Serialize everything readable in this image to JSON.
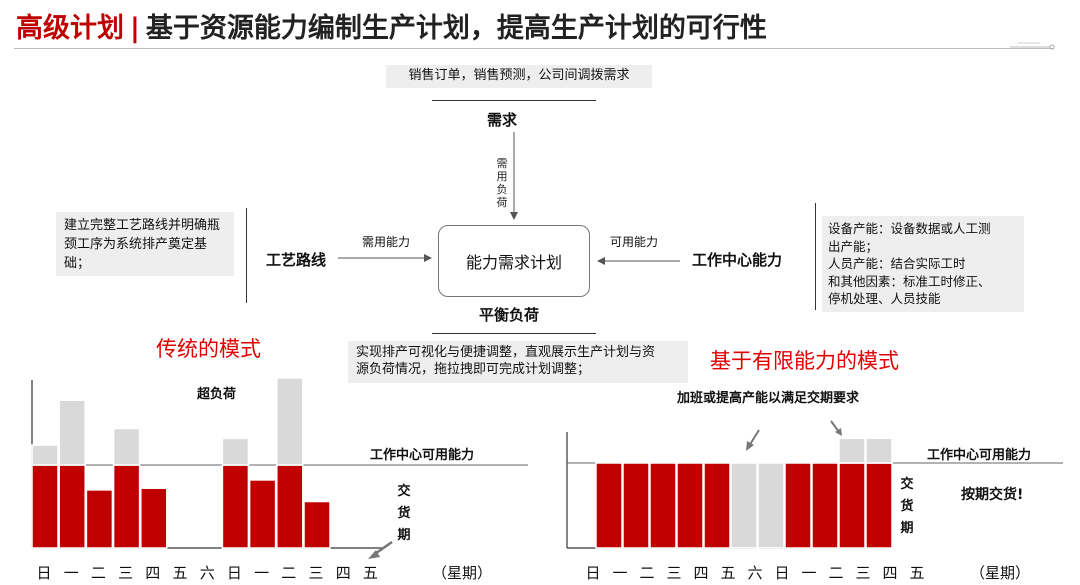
{
  "header": {
    "title_red": "高级计划",
    "separator": "|",
    "title_rest": "基于资源能力编制生产计划，提高生产计划的可行性"
  },
  "diagram": {
    "demand_source": "销售订单，销售预测，公司间调拨需求",
    "demand_label": "需求",
    "demand_load_label": "需用负荷",
    "route_box": "建立完整工艺路线并明确瓶颈工序为系统排产奠定基础；",
    "route_label": "工艺路线",
    "required_capacity_label": "需用能力",
    "center_label": "能力需求计划",
    "available_capacity_label": "可用能力",
    "workcenter_label": "工作中心能力",
    "workcenter_box": [
      "设备产能：设备数据或人工测",
      "出产能；",
      "人员产能：结合实际工时",
      "和其他因素：标准工时修正、",
      "停机处理、人员技能"
    ],
    "balance_label": "平衡负荷",
    "balance_box": [
      "实现排产可视化与便捷调整，直观展示生产计划与资",
      "源负荷情况，拖拉拽即可完成计划调整；"
    ]
  },
  "left_chart": {
    "heading": "传统的模式",
    "overload_label": "超负荷",
    "capacity_line_label": "工作中心可用能力",
    "delivery_label": [
      "交",
      "货",
      "期"
    ],
    "days": [
      "日",
      "一",
      "二",
      "三",
      "四",
      "五",
      "六",
      "日",
      "一",
      "二",
      "三",
      "四",
      "五"
    ],
    "week_label": "（星期）",
    "capacity": 100,
    "bars": [
      {
        "within": 100,
        "over": 24
      },
      {
        "within": 100,
        "over": 78
      },
      {
        "within": 70,
        "over": 0
      },
      {
        "within": 100,
        "over": 44
      },
      {
        "within": 72,
        "over": 0
      },
      null,
      null,
      {
        "within": 100,
        "over": 32
      },
      {
        "within": 82,
        "over": 0
      },
      {
        "within": 100,
        "over": 105
      },
      {
        "within": 56,
        "over": 0
      },
      null,
      null
    ]
  },
  "right_chart": {
    "heading": "基于有限能力的模式",
    "note": "加班或提高产能以满足交期要求",
    "capacity_line_label": "工作中心可用能力",
    "delivery_label": [
      "交",
      "货",
      "期"
    ],
    "on_time_label": "按期交货!",
    "days": [
      "日",
      "一",
      "二",
      "三",
      "四",
      "五",
      "六",
      "日",
      "一",
      "二",
      "三",
      "四",
      "五"
    ],
    "week_label": "（星期）",
    "capacity": 100,
    "bars": [
      {
        "within": 100,
        "over": 0,
        "kind": "work"
      },
      {
        "within": 100,
        "over": 0,
        "kind": "work"
      },
      {
        "within": 100,
        "over": 0,
        "kind": "work"
      },
      {
        "within": 100,
        "over": 0,
        "kind": "work"
      },
      {
        "within": 100,
        "over": 0,
        "kind": "work"
      },
      {
        "within": 100,
        "over": 0,
        "kind": "rest"
      },
      {
        "within": 100,
        "over": 0,
        "kind": "rest"
      },
      {
        "within": 100,
        "over": 0,
        "kind": "work"
      },
      {
        "within": 100,
        "over": 0,
        "kind": "work"
      },
      {
        "within": 100,
        "over": 29,
        "kind": "work"
      },
      {
        "within": 100,
        "over": 29,
        "kind": "work"
      },
      null,
      null
    ]
  },
  "colors": {
    "accent_red": "#c00000",
    "bar_red": "#c00000",
    "overload_gray": "#d9d9d9",
    "heading_red": "#e00000"
  }
}
